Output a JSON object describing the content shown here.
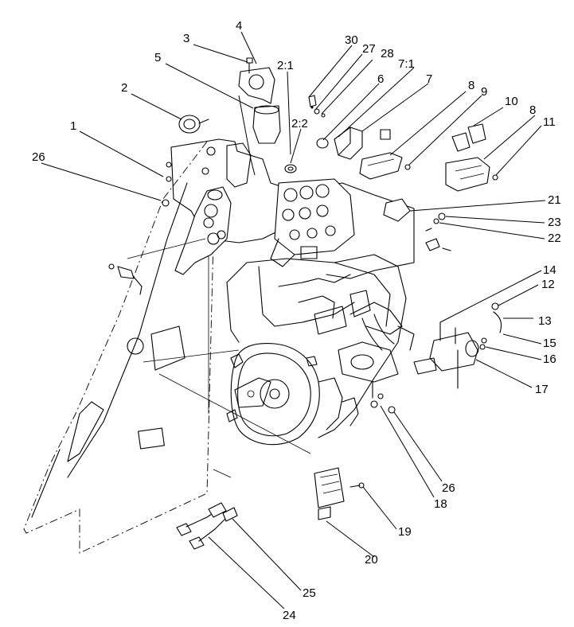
{
  "callouts": {
    "c1": "1",
    "c2": "2",
    "c3": "3",
    "c4": "4",
    "c5": "5",
    "c6": "6",
    "c7": "7",
    "c8a": "8",
    "c8b": "8",
    "c9": "9",
    "c10": "10",
    "c11": "11",
    "c12": "12",
    "c13": "13",
    "c14": "14",
    "c15": "15",
    "c16": "16",
    "c17": "17",
    "c18": "18",
    "c19": "19",
    "c20": "20",
    "c21": "21",
    "c22": "22",
    "c23": "23",
    "c24": "24",
    "c25": "25",
    "c26a": "26",
    "c26b": "26",
    "c27": "27",
    "c28": "28",
    "c30": "30",
    "c2_1": "2:1",
    "c2_2": "2:2",
    "c7_1": "7:1"
  }
}
